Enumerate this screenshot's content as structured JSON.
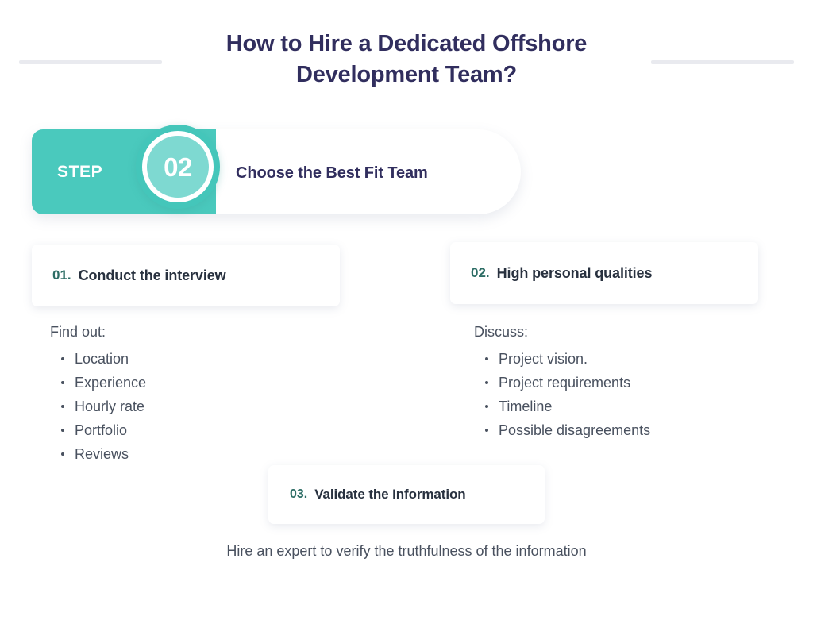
{
  "header": {
    "title": "How to Hire a Dedicated Offshore Development Team?",
    "rule_color": "#e9eaef",
    "title_color": "#312e5e"
  },
  "step_banner": {
    "label": "STEP",
    "number": "02",
    "heading": "Choose the Best Fit Team",
    "badge_color": "#4ac9bd",
    "circle_color": "#44c6ba",
    "circle_inner_color": "#7ed9d1"
  },
  "cards": {
    "left": {
      "number": "01.",
      "title": "Conduct the interview"
    },
    "right": {
      "number": "02.",
      "title": "High personal qualities"
    },
    "bottom": {
      "number": "03.",
      "title": "Validate the Information"
    },
    "number_color": "#2d6d65",
    "title_color": "#28313f"
  },
  "lists": {
    "left": {
      "intro": "Find out:",
      "items": [
        "Location",
        "Experience",
        "Hourly rate",
        "Portfolio",
        "Reviews"
      ]
    },
    "right": {
      "intro": "Discuss:",
      "items": [
        "Project vision.",
        "Project requirements",
        "Timeline",
        "Possible disagreements"
      ]
    }
  },
  "footer": {
    "caption": "Hire an expert to verify the truthfulness of the information"
  }
}
